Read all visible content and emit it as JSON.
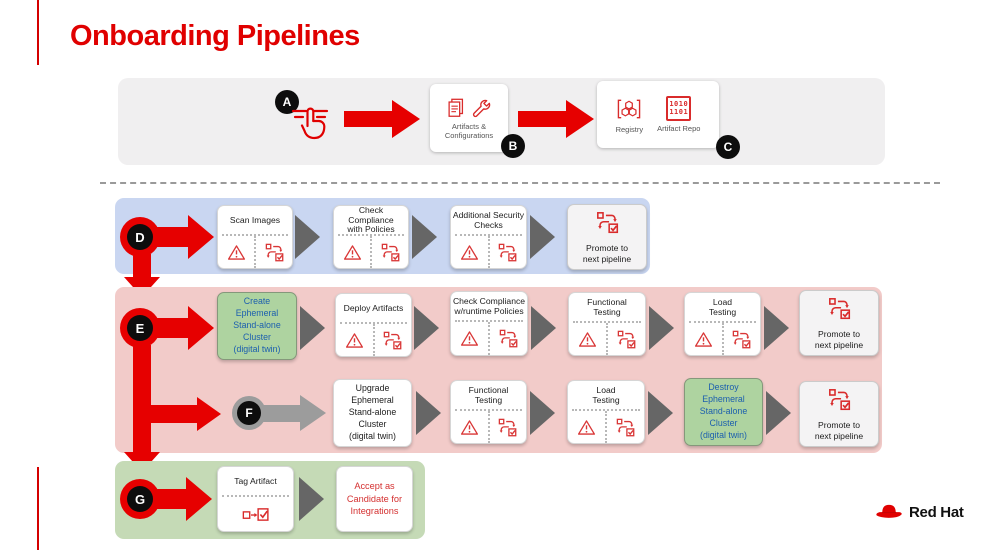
{
  "title": "Onboarding Pipelines",
  "colors": {
    "accent_red": "#e60000",
    "title_red": "#e00000",
    "row_d_bg": "#c9d6f1",
    "row_ef_bg": "#f2cbc9",
    "row_g_bg": "#c5dab6",
    "green_card_bg": "#aed3a0",
    "green_card_text": "#1c5fae",
    "badge_bg": "#0d0d0d",
    "gray_arrow": "#9c9c9c"
  },
  "top_band": {
    "badge_a": "A",
    "badge_b": "B",
    "badge_c": "C",
    "artifacts_label": "Artifacts &\nConfigurations",
    "registry_label": "Registry",
    "artifact_repo_label": "Artifact Repo",
    "binary_line1": "1010",
    "binary_line2": "1101"
  },
  "rows": {
    "d": {
      "badge": "D",
      "step1": "Scan Images",
      "step2": "Check Compliance\nwith Policies",
      "step3": "Additional Security\nChecks",
      "promote": "Promote to\nnext pipeline"
    },
    "e": {
      "badge": "E",
      "create": "Create\nEphemeral\nStand-alone\nCluster\n(digital twin)",
      "step1": "Deploy Artifacts",
      "step2": "Check Compliance\nw/runtime Policies",
      "step3": "Functional\nTesting",
      "step4": "Load\nTesting",
      "promote": "Promote to\nnext pipeline"
    },
    "f": {
      "badge": "F",
      "upgrade": "Upgrade\nEphemeral\nStand-alone\nCluster\n(digital twin)",
      "step1": "Functional\nTesting",
      "step2": "Load\nTesting",
      "destroy": "Destroy\nEphemeral\nStand-alone\nCluster\n(digital twin)",
      "promote": "Promote to\nnext pipeline"
    },
    "g": {
      "badge": "G",
      "step1": "Tag Artifact",
      "accept": "Accept as\nCandidate for\nIntegrations"
    }
  },
  "brand": {
    "name": "Red Hat"
  }
}
